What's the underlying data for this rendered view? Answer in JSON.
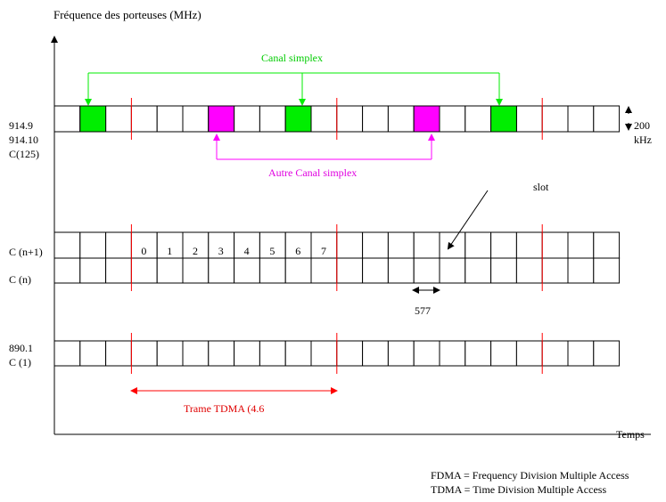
{
  "y_axis_label": "Fréquence des porteuses (MHz)",
  "x_axis_label": "Temps",
  "carrier_labels": {
    "top_1": "914.9",
    "top_2": "914.10",
    "top_3": "C(125)",
    "mid_1": "C (n+1)",
    "mid_2": "C (n)",
    "bot_1": "890.1",
    "bot_2": "C (1)"
  },
  "bandwidth_label_1": "200",
  "bandwidth_label_2": "kHz",
  "canal_simplex": "Canal simplex",
  "autre_canal_simplex": "Autre Canal simplex",
  "slot_label": "slot",
  "slot_duration": "577",
  "trame_label": "Trame TDMA (4.6",
  "slot_numbers": [
    "0",
    "1",
    "2",
    "3",
    "4",
    "5",
    "6",
    "7"
  ],
  "legend": {
    "fdma": "FDMA = Frequency Division Multiple Access",
    "tdma": "TDMA = Time Division Multiple Access"
  },
  "colors": {
    "simplex": "#00ee00",
    "autre_simplex": "#ff00ff",
    "frame_marker": "#ff0000",
    "canal_simplex_text": "#00cc00",
    "autre_canal_text": "#e000e0"
  }
}
